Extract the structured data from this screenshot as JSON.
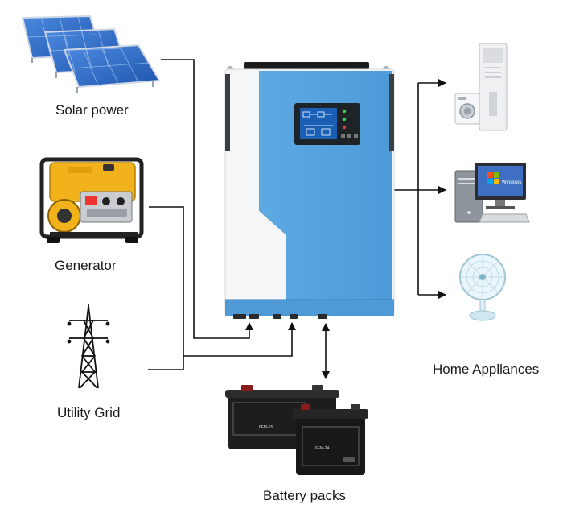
{
  "labels": {
    "solar": "Solar power",
    "generator": "Generator",
    "grid": "Utility Grid",
    "home": "Home Appllances",
    "battery": "Battery packs"
  },
  "battery": {
    "large_label": "6FM-65",
    "small_label": "6FM-24"
  },
  "computer": {
    "screen_text": "Windows"
  },
  "colors": {
    "inverter_blue": "#5aa6df",
    "inverter_white": "#f4f6f8",
    "solar_cell": "#2f6cc7",
    "generator_yellow": "#f2b21b",
    "line": "#111111",
    "battery_body": "#1d1d1d"
  },
  "icons": {
    "solar": "solar-panel-icon",
    "generator": "generator-icon",
    "grid": "power-tower-icon",
    "battery": "battery-icon",
    "fridge": "refrigerator-icon",
    "computer": "computer-icon",
    "fan": "fan-icon"
  }
}
